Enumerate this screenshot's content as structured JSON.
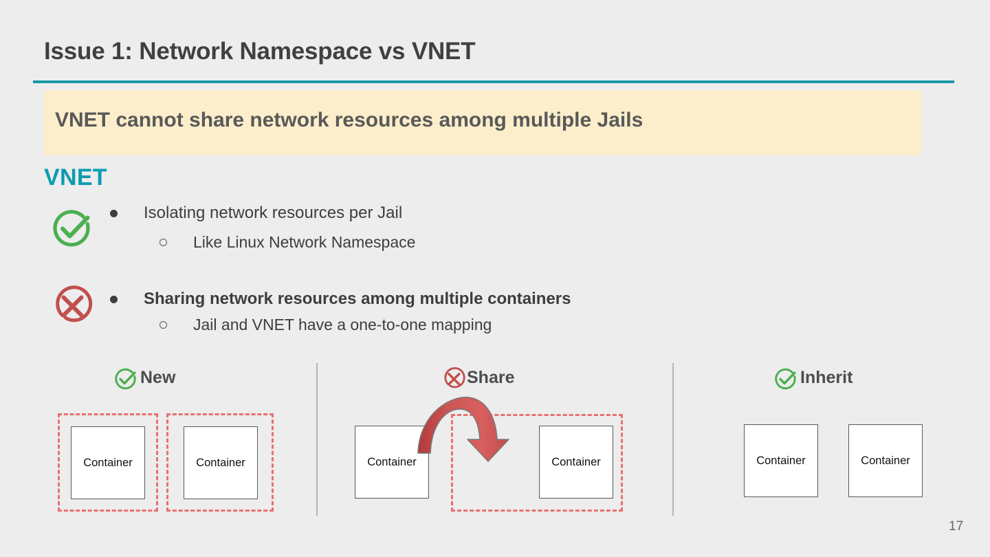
{
  "slide": {
    "title": "Issue 1: Network Namespace vs VNET",
    "page_number": "17",
    "background_color": "#ededed",
    "rule_color": "#1999a6"
  },
  "callout": {
    "text": "VNET cannot share network resources among multiple Jails",
    "background_color": "#fdeecb",
    "text_color": "#595959"
  },
  "section": {
    "heading": "VNET",
    "heading_color": "#0d9cb0"
  },
  "bullets": [
    {
      "status_icon": "check-circle-icon",
      "status_color": "#4caf50",
      "level1": "Isolating network resources per Jail",
      "level1_bold": false,
      "level2": "Like Linux Network Namespace",
      "level2_bold": false
    },
    {
      "status_icon": "x-circle-icon",
      "status_color": "#c0504d",
      "level1": "Sharing network resources among multiple containers",
      "level1_bold": true,
      "level2": "Jail and VNET have a one-to-one mapping",
      "level2_bold": false
    }
  ],
  "diagram": {
    "container_label": "Container",
    "dashed_color": "#e8706f",
    "arrow_color": "#cc4c4c",
    "sections": [
      {
        "label": "New",
        "icon": "check-circle-icon",
        "icon_color": "#4caf50",
        "containers": [
          "Container",
          "Container"
        ]
      },
      {
        "label": "Share",
        "icon": "x-circle-icon",
        "icon_color": "#c0504d",
        "containers": [
          "Container",
          "Container"
        ]
      },
      {
        "label": "Inherit",
        "icon": "check-circle-icon",
        "icon_color": "#4caf50",
        "containers": [
          "Container",
          "Container"
        ]
      }
    ]
  }
}
